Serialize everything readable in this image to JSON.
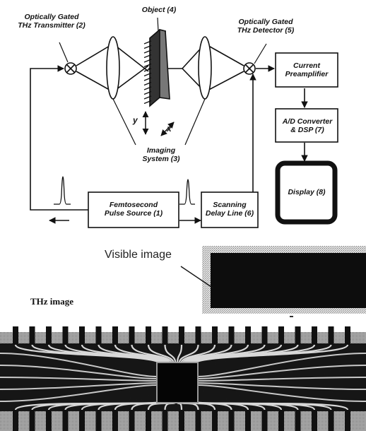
{
  "diagram": {
    "transmitter": {
      "line1": "Optically Gated",
      "line2": "THz Transmitter (2)"
    },
    "object": "Object (4)",
    "detector": {
      "line1": "Optically Gated",
      "line2": "THz Detector (5)"
    },
    "preamp": {
      "line1": "Current",
      "line2": "Preamplifier"
    },
    "adc": {
      "line1": "A/D Converter",
      "line2": "& DSP (7)"
    },
    "display": "Display (8)",
    "imaging": {
      "line1": "Imaging",
      "line2": "System (3)"
    },
    "source": {
      "line1": "Femtosecond",
      "line2": "Pulse Source (1)"
    },
    "delay": {
      "line1": "Scanning",
      "line2": "Delay Line (6)"
    },
    "axis_y": "y",
    "axis_x": "x"
  },
  "images": {
    "visible_caption": "Visible image",
    "thz_caption": "THz image"
  }
}
